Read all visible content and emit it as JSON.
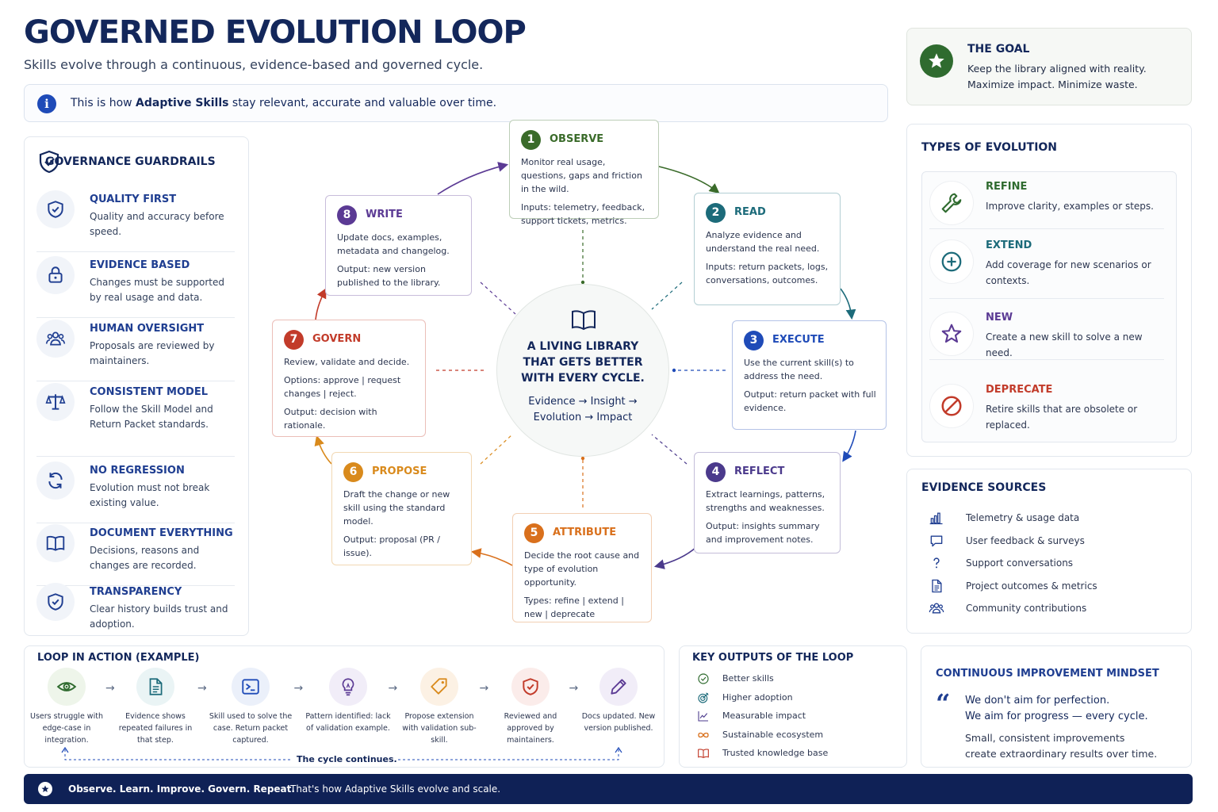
{
  "title": "GOVERNED EVOLUTION LOOP",
  "subtitle": "Skills evolve through a continuous, evidence-based and governed cycle.",
  "info": {
    "prefix": "This is how ",
    "bold": "Adaptive Skills",
    "suffix": " stay relevant, accurate and valuable over time."
  },
  "guardrails": {
    "title": "GOVERNANCE GUARDRAILS",
    "items": [
      {
        "title": "QUALITY FIRST",
        "desc": "Quality and accuracy before speed.",
        "icon": "shield-check-icon"
      },
      {
        "title": "EVIDENCE BASED",
        "desc": "Changes must be supported by real usage and data.",
        "icon": "lock-icon"
      },
      {
        "title": "HUMAN OVERSIGHT",
        "desc": "Proposals are reviewed by maintainers.",
        "icon": "people-icon"
      },
      {
        "title": "CONSISTENT MODEL",
        "desc": "Follow the Skill Model and Return Packet standards.",
        "icon": "scale-icon"
      },
      {
        "title": "NO REGRESSION",
        "desc": "Evolution must not break existing value.",
        "icon": "refresh-icon"
      },
      {
        "title": "DOCUMENT EVERYTHING",
        "desc": "Decisions, reasons and changes are recorded.",
        "icon": "book-icon"
      },
      {
        "title": "TRANSPARENCY",
        "desc": "Clear history builds trust and adoption.",
        "icon": "shield-check-icon"
      }
    ]
  },
  "steps": [
    {
      "num": "1",
      "title": "OBSERVE",
      "color": "#3a6b2a",
      "p1": "Monitor real usage, questions, gaps and friction in the wild.",
      "p2": "Inputs: telemetry, feedback, support tickets, metrics."
    },
    {
      "num": "2",
      "title": "READ",
      "color": "#1c6b7a",
      "p1": "Analyze evidence and understand the real need.",
      "p2": "Inputs: return packets, logs, conversations, outcomes."
    },
    {
      "num": "3",
      "title": "EXECUTE",
      "color": "#1f4bb8",
      "p1": "Use the current skill(s) to address the need.",
      "p2": "Output: return packet with full evidence."
    },
    {
      "num": "4",
      "title": "REFLECT",
      "color": "#4b3a8c",
      "p1": "Extract learnings, patterns, strengths and weaknesses.",
      "p2": "Output: insights summary and improvement notes."
    },
    {
      "num": "5",
      "title": "ATTRIBUTE",
      "color": "#d9701c",
      "p1": "Decide the root cause and type of evolution opportunity.",
      "p2": "Types: refine | extend | new | deprecate"
    },
    {
      "num": "6",
      "title": "PROPOSE",
      "color": "#d98a1c",
      "p1": "Draft the change or new skill using the standard model.",
      "p2": "Output: proposal (PR / issue)."
    },
    {
      "num": "7",
      "title": "GOVERN",
      "color": "#c23b2a",
      "p1": "Review, validate and decide.",
      "p2": "Options: approve | request changes | reject.",
      "p3": "Output: decision with rationale."
    },
    {
      "num": "8",
      "title": "WRITE",
      "color": "#5b3a94",
      "p1": "Update docs, examples, metadata and changelog.",
      "p2": "Output: new version published to the library."
    }
  ],
  "center": {
    "title": "A LIVING LIBRARY THAT GETS BETTER WITH EVERY CYCLE.",
    "line1": "Evidence → Insight →",
    "line2": "Evolution → Impact"
  },
  "goal": {
    "title": "THE GOAL",
    "line1": "Keep the library aligned with reality.",
    "line2": "Maximize impact. Minimize waste."
  },
  "types": {
    "title": "TYPES OF EVOLUTION",
    "items": [
      {
        "title": "REFINE",
        "desc": "Improve clarity, examples or steps.",
        "color": "#2f6b2f",
        "icon": "wrench-icon"
      },
      {
        "title": "EXTEND",
        "desc": "Add coverage for new scenarios or contexts.",
        "color": "#1c6b7a",
        "icon": "plus-circle-icon"
      },
      {
        "title": "NEW",
        "desc": "Create a new skill to solve a new need.",
        "color": "#5b3a94",
        "icon": "star-icon"
      },
      {
        "title": "DEPRECATE",
        "desc": "Retire skills that are obsolete or replaced.",
        "color": "#c23b2a",
        "icon": "ban-icon"
      }
    ]
  },
  "evidence": {
    "title": "EVIDENCE SOURCES",
    "items": [
      {
        "label": "Telemetry & usage data",
        "icon": "bar-chart-icon"
      },
      {
        "label": "User feedback & surveys",
        "icon": "chat-icon"
      },
      {
        "label": "Support conversations",
        "icon": "question-icon"
      },
      {
        "label": "Project outcomes & metrics",
        "icon": "document-icon"
      },
      {
        "label": "Community contributions",
        "icon": "people-icon"
      }
    ]
  },
  "loop": {
    "title": "LOOP IN ACTION (EXAMPLE)",
    "items": [
      {
        "label": "Users struggle with edge-case in integration.",
        "icon": "eye-icon",
        "color": "#2f6b2f",
        "bg": "#eef5ea"
      },
      {
        "label": "Evidence shows repeated failures in that step.",
        "icon": "document-icon",
        "color": "#1c6b7a",
        "bg": "#eaf4f5"
      },
      {
        "label": "Skill used to solve the case. Return packet captured.",
        "icon": "terminal-icon",
        "color": "#1f4bb8",
        "bg": "#ebf0fa"
      },
      {
        "label": "Pattern identified: lack of validation example.",
        "icon": "lightbulb-icon",
        "color": "#5b3a94",
        "bg": "#f1edf8"
      },
      {
        "label": "Propose extension with validation sub-skill.",
        "icon": "tag-icon",
        "color": "#d98a1c",
        "bg": "#fcf1e4"
      },
      {
        "label": "Reviewed and approved by maintainers.",
        "icon": "shield-check-icon",
        "color": "#c23b2a",
        "bg": "#fbecea"
      },
      {
        "label": "Docs updated. New version published.",
        "icon": "pencil-icon",
        "color": "#5b3a94",
        "bg": "#f1edf8"
      }
    ],
    "continues": "The cycle continues."
  },
  "outputs": {
    "title": "KEY OUTPUTS OF THE LOOP",
    "items": [
      {
        "label": "Better skills",
        "icon": "check-circle-icon",
        "color": "#2f6b2f"
      },
      {
        "label": "Higher adoption",
        "icon": "target-icon",
        "color": "#1c6b7a"
      },
      {
        "label": "Measurable impact",
        "icon": "line-chart-icon",
        "color": "#4b3a8c"
      },
      {
        "label": "Sustainable ecosystem",
        "icon": "infinity-icon",
        "color": "#d9701c"
      },
      {
        "label": "Trusted knowledge base",
        "icon": "book-icon",
        "color": "#c23b2a"
      }
    ]
  },
  "mindset": {
    "title": "CONTINUOUS IMPROVEMENT MINDSET",
    "quote_mark": "“",
    "q1": "We don't aim for perfection.",
    "q2": "We aim for progress — every cycle.",
    "s1": "Small, consistent improvements",
    "s2": "create extraordinary results over time."
  },
  "footer": {
    "bold": "Observe. Learn. Improve. Govern. Repeat.",
    "normal": "That's how Adaptive Skills evolve and scale."
  }
}
